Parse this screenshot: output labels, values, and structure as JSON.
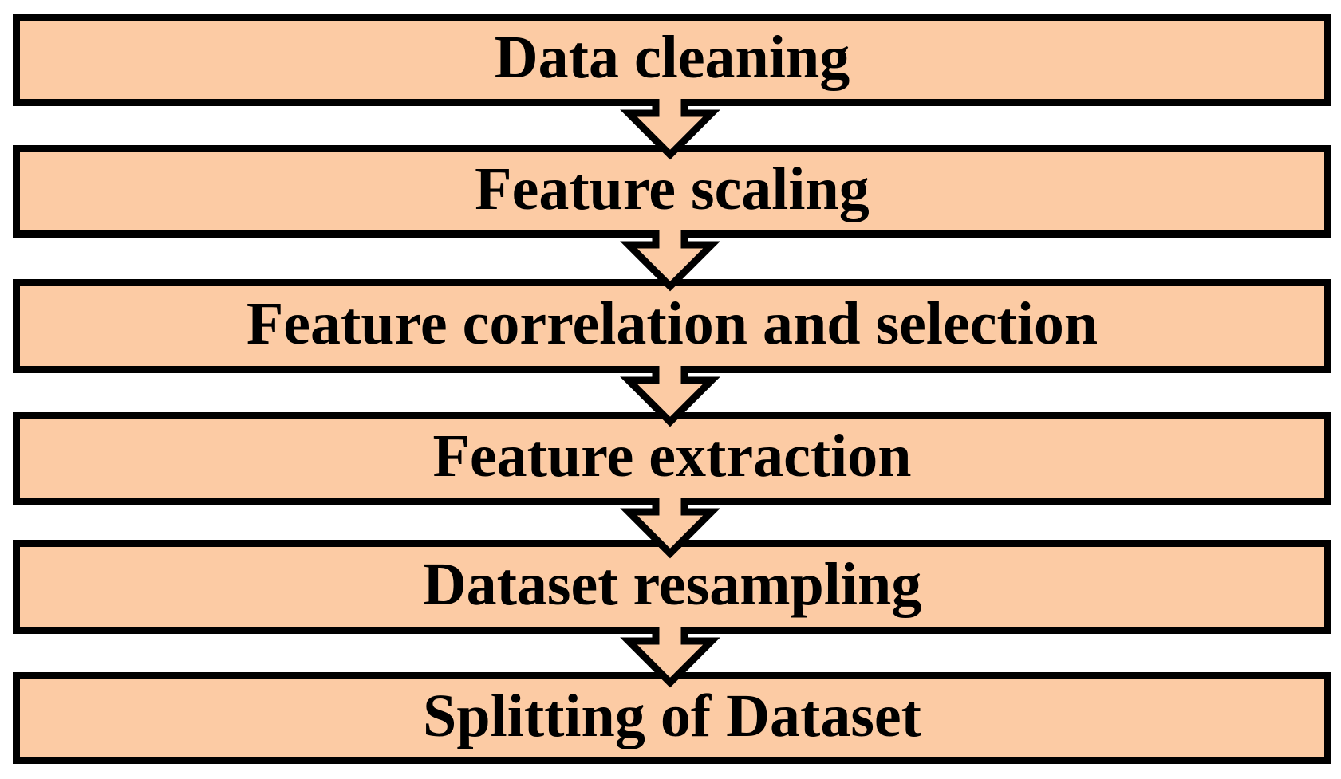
{
  "diagram": {
    "type": "flowchart",
    "direction": "top-down",
    "steps": [
      {
        "label": "Data cleaning"
      },
      {
        "label": "Feature scaling"
      },
      {
        "label": "Feature correlation and selection"
      },
      {
        "label": "Feature extraction"
      },
      {
        "label": "Dataset resampling"
      },
      {
        "label": "Splitting of Dataset"
      }
    ],
    "connector_icon": "down-arrow"
  },
  "colors": {
    "box_fill": "#FCCBA4",
    "box_border": "#000000",
    "arrow_fill": "#FCCBA4",
    "arrow_outline": "#000000",
    "text": "#000000",
    "background": "#FFFFFF"
  }
}
